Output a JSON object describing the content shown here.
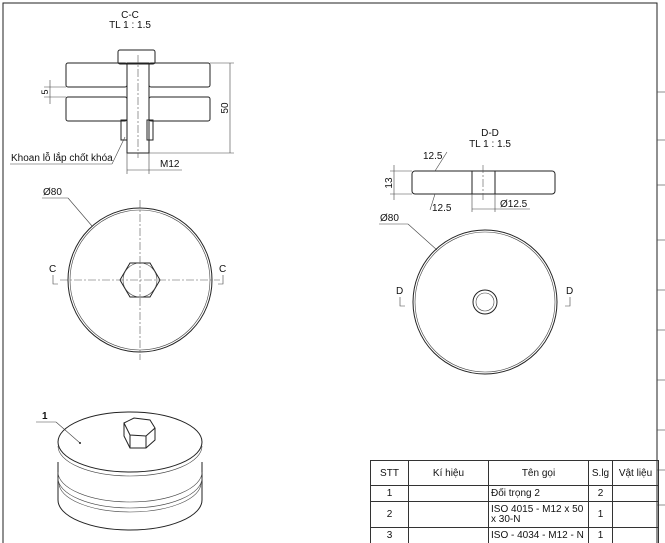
{
  "section_cc": {
    "title": "C-C",
    "scale": "TL 1 : 1.5",
    "dim_gap": "5",
    "dim_height": "50",
    "dim_thread": "M12",
    "note": "Khoan lỗ lắp chốt khóa"
  },
  "top_view": {
    "dia": "Ø80",
    "cut_label_left": "C",
    "cut_label_right": "C"
  },
  "section_dd": {
    "title": "D-D",
    "scale": "TL 1 : 1.5",
    "dim_thickness": "13",
    "dim_chamfer_top": "12.5",
    "dim_chamfer_bottom": "12.5",
    "dim_hole": "Ø12.5"
  },
  "dd_view": {
    "dia": "Ø80",
    "cut_label_left": "D",
    "cut_label_right": "D"
  },
  "iso_view": {
    "balloon": "1"
  },
  "parts_table": {
    "headers": [
      "STT",
      "Kí hiệu",
      "Tên gọi",
      "S.lg",
      "Vật  liệu"
    ],
    "rows": [
      {
        "stt": "1",
        "code": "",
        "name": "Đối trọng 2",
        "qty": "2",
        "material": ""
      },
      {
        "stt": "2",
        "code": "",
        "name": "ISO 4015 - M12 x 50 x 30-N",
        "qty": "1",
        "material": ""
      },
      {
        "stt": "3",
        "code": "",
        "name": "ISO - 4034 - M12 - N",
        "qty": "1",
        "material": ""
      }
    ]
  }
}
